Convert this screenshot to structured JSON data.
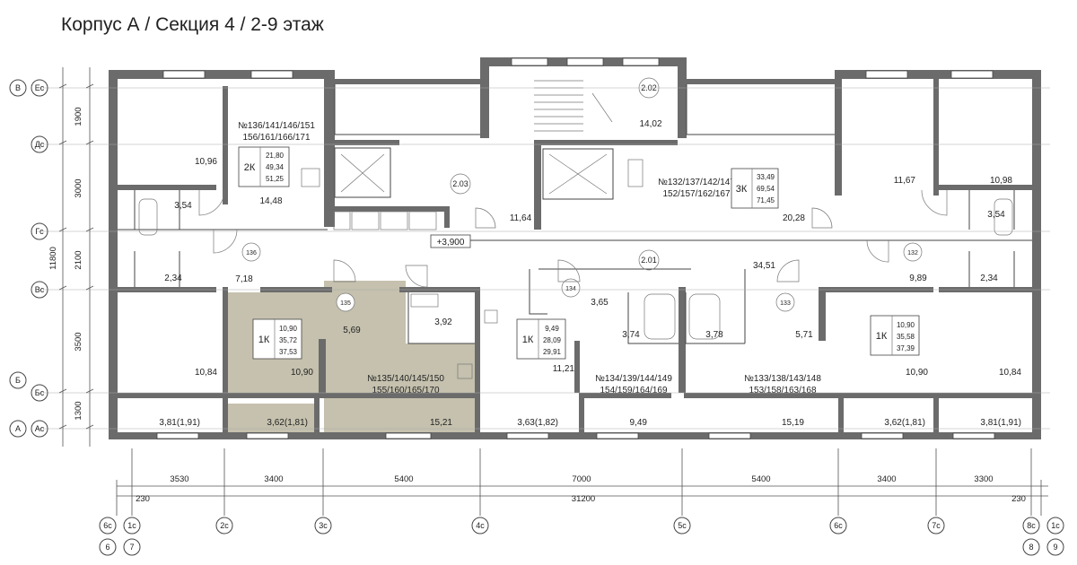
{
  "title": "Корпус А / Секция 4 / 2-9 этаж",
  "level_mark": "+3,900",
  "colors": {
    "highlight": "#c5c1ae",
    "wall": "#6b6b6b",
    "line": "#444444"
  },
  "apartments": {
    "a136": {
      "numbers_1": "№136/141/146/151",
      "numbers_2": "156/161/166/171",
      "rooms": "2К",
      "areas": [
        "21,80",
        "49,34",
        "51,25"
      ]
    },
    "a132": {
      "numbers_1": "№132/137/142/147",
      "numbers_2": "152/157/162/167",
      "rooms": "3К",
      "areas": [
        "33,49",
        "69,54",
        "71,45"
      ]
    },
    "a135": {
      "numbers_1": "№135/140/145/150",
      "numbers_2": "155/160/165/170",
      "rooms": "1К",
      "areas": [
        "10,90",
        "35,72",
        "37,53"
      ]
    },
    "a134": {
      "numbers_1": "№134/139/144/149",
      "numbers_2": "154/159/164/169",
      "rooms": "1К",
      "areas": [
        "9,49",
        "28,09",
        "29,91"
      ]
    },
    "a133": {
      "numbers_1": "№133/138/143/148",
      "numbers_2": "153/158/163/168",
      "rooms": "1К",
      "areas": [
        "10,90",
        "35,58",
        "37,39"
      ]
    }
  },
  "room_areas": {
    "r1": "10,96",
    "r2": "14,48",
    "r3": "3,54",
    "r4": "2,34",
    "r5": "7,18",
    "r6": "10,84",
    "r7": "3,81(1,91)",
    "r8": "3,62(1,81)",
    "r9": "10,90",
    "r10": "5,69",
    "r11": "3,92",
    "r12": "15,21",
    "r13": "11,64",
    "r14": "14,02",
    "r15": "20,28",
    "r16": "34,51",
    "r17": "3,65",
    "r18": "3,74",
    "r19": "11,21",
    "r20": "3,63(1,82)",
    "r21": "9,49",
    "r22": "3,78",
    "r23": "5,71",
    "r24": "15,19",
    "r25": "10,90",
    "r26": "3,62(1,81)",
    "r27": "11,67",
    "r28": "10,98",
    "r29": "3,54",
    "r30": "9,89",
    "r31": "2,34",
    "r32": "10,84",
    "r33": "3,81(1,91)"
  },
  "room_tags": {
    "t1": "2.02",
    "t2": "2.03",
    "t3": "2.01",
    "t4": "136",
    "t5": "135",
    "t6": "134",
    "t7": "133",
    "t8": "132"
  },
  "dimensions": {
    "bottom_segments": [
      "3530",
      "3400",
      "5400",
      "7000",
      "5400",
      "3400",
      "3300"
    ],
    "total": "31200",
    "edge_left": "230",
    "edge_right": "230",
    "left_segments": [
      "1900",
      "3000",
      "2100",
      "3500",
      "1300"
    ],
    "left_total": "11800"
  },
  "axes": {
    "rows": [
      {
        "outer": "В",
        "inner": "Ес"
      },
      {
        "outer": "",
        "inner": "Дс"
      },
      {
        "outer": "",
        "inner": "Гс"
      },
      {
        "outer": "",
        "inner": "Вс"
      },
      {
        "outer": "Б",
        "inner": "Бс"
      },
      {
        "outer": "А",
        "inner": "Ас"
      }
    ],
    "cols_sub": [
      "6с",
      "1с",
      "2с",
      "3с",
      "4с",
      "5с",
      "6с",
      "7с",
      "8с",
      "1с"
    ],
    "cols_main": [
      "6",
      "7",
      "8",
      "9"
    ]
  }
}
